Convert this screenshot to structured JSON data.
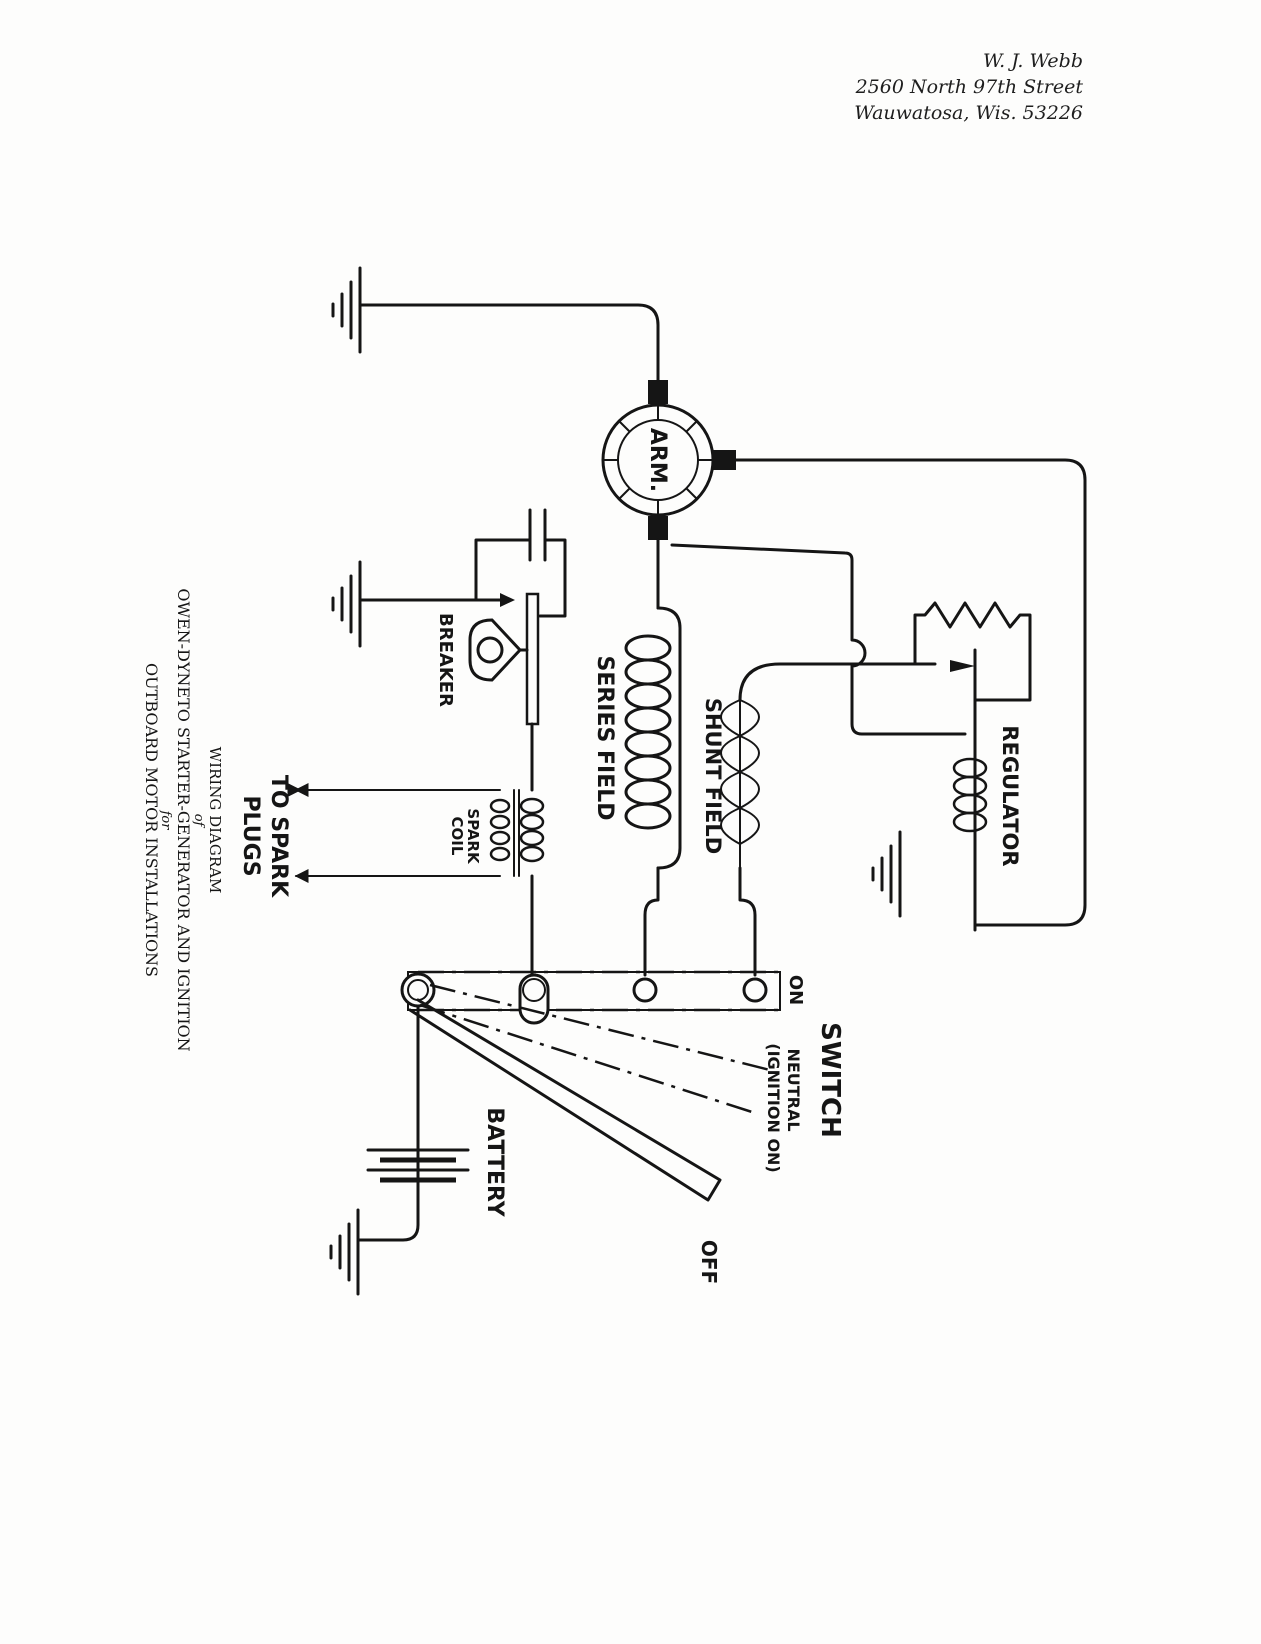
{
  "address": {
    "line1": "W. J. Webb",
    "line2": "2560 North 97th Street",
    "line3": "Wauwatosa, Wis. 53226"
  },
  "labels": {
    "armature": "ARM.",
    "regulator": "REGULATOR",
    "shunt_field": "SHUNT FIELD",
    "series_field": "SERIES FIELD",
    "breaker": "BREAKER",
    "spark_coil_line1": "SPARK",
    "spark_coil_line2": "COIL",
    "to_spark_line1": "TO SPARK",
    "to_spark_line2": "PLUGS",
    "switch": "SWITCH",
    "on": "ON",
    "neutral": "NEUTRAL",
    "ignition_on": "(IGNITION ON)",
    "off": "OFF",
    "battery": "BATTERY"
  },
  "caption": {
    "line1": "WIRING DIAGRAM",
    "line2": "of",
    "line3": "OWEN-DYNETO STARTER-GENERATOR AND IGNITION",
    "line4": "for",
    "line5": "OUTBOARD MOTOR INSTALLATIONS"
  }
}
